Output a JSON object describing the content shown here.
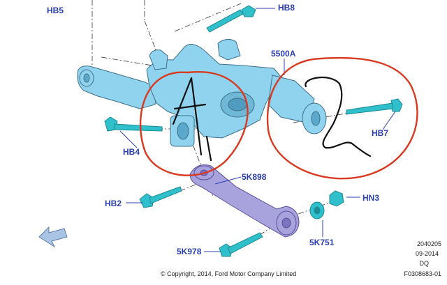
{
  "callouts": {
    "hb5": "HB5",
    "hb8": "HB8",
    "part_5500a": "5500A",
    "hb7": "HB7",
    "hb4": "HB4",
    "part_5k898": "5K898",
    "hb2": "HB2",
    "hn3": "HN3",
    "part_5k751": "5K751",
    "part_5k978": "5K978"
  },
  "metadata": {
    "code": "2040205",
    "date": "09-2014",
    "marker": "DQ",
    "figure_id": "F0308683-01"
  },
  "copyright": "© Copyright, 2014, Ford Motor Company Limited",
  "colors": {
    "knuckle_fill": "#8fd3ee",
    "link_fill": "#a9a3dd",
    "bolt_fill": "#2fc0cc",
    "callout_text": "#2b3fb0",
    "annotation_red": "#d8391f",
    "annotation_black": "#111111",
    "arrow_fill": "#aac4e6"
  }
}
